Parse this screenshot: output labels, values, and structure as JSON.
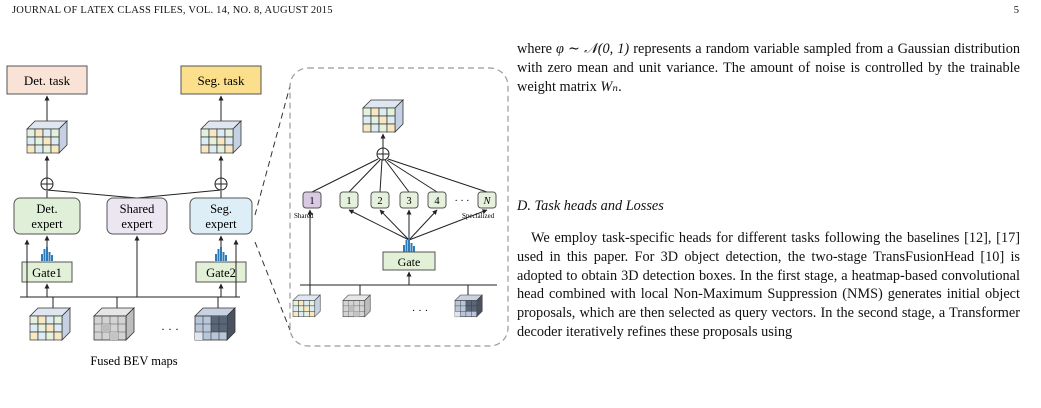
{
  "header": {
    "journal": "JOURNAL OF LATEX CLASS FILES, VOL. 14, NO. 8, AUGUST 2015",
    "page_number": "5"
  },
  "figure": {
    "det_task": "Det. task",
    "seg_task": "Seg. task",
    "det_expert": [
      "Det.",
      "expert"
    ],
    "shared_expert": [
      "Shared",
      "expert"
    ],
    "seg_expert": [
      "Seg.",
      "expert"
    ],
    "gate1": "Gate1",
    "gate2": "Gate2",
    "dots": "· · ·",
    "caption": "Fused BEV maps",
    "zoom": {
      "shared_label": "Shared",
      "specialized_label": "Specialized",
      "expert_nums": [
        "1",
        "1",
        "2",
        "3",
        "4",
        "N"
      ],
      "gate": "Gate",
      "dots": "· · ·"
    }
  },
  "text": {
    "p1_a": "where ",
    "p1_math": "φ ∼ 𝒩(0, 1)",
    "p1_b": " represents a random variable sampled from a Gaussian distribution with zero mean and unit variance. The amount of noise is controlled by the trainable weight matrix ",
    "p1_math2": "Wₙ",
    "p1_c": ".",
    "section": "D. Task heads and Losses",
    "p2": "We employ task-specific heads for different tasks following the baselines [12], [17] used in this paper. For 3D object detection, the two-stage TransFusionHead [10] is adopted to obtain 3D detection boxes. In the first stage, a heatmap-based convolutional head combined with local Non-Maximum Suppression (NMS) generates initial object proposals, which are then selected as query vectors. In the second stage, a Transformer decoder iteratively refines these proposals using"
  },
  "colors": {
    "det_task_fill": "#f9e3d6",
    "seg_task_fill": "#fbdf8c",
    "det_expert_fill": "#e0f0d8",
    "shared_expert_fill": "#ebe6f1",
    "seg_expert_fill": "#ddeef6",
    "gate_fill": "#e2f0d8",
    "shared_num_fill": "#d9c9e3",
    "spec_num_fill": "#e5f1dc",
    "dash": "#999999"
  }
}
